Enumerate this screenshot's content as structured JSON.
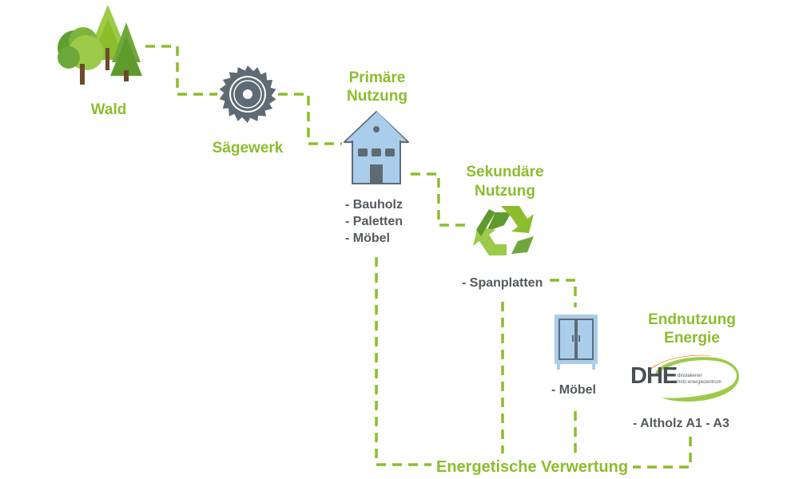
{
  "stages": {
    "wald": "Wald",
    "saegewerk": "Sägewerk",
    "primaer_line1": "Primäre",
    "primaer_line2": "Nutzung",
    "sekundaer_line1": "Sekundäre",
    "sekundaer_line2": "Nutzung",
    "endnutzung_line1": "Endnutzung",
    "endnutzung_line2": "Energie"
  },
  "primaer_items": [
    "- Bauholz",
    "- Paletten",
    "- Möbel"
  ],
  "sekundaer_items": [
    "- Spanplatten"
  ],
  "moebel_item": "- Möbel",
  "endnutzung_items": [
    "- Altholz A1 - A3"
  ],
  "bottom_label": "Energetische Verwertung",
  "logo": {
    "abbr": "DHE",
    "line1": "dinslakener",
    "line2": "holz-energiezentrum"
  },
  "colors": {
    "accent_green": "#8cbd2d",
    "text_gray": "#555a5f",
    "house_blue": "#a9cdea",
    "dark_gray": "#5f6b74"
  },
  "icons": [
    "forest-icon",
    "saw-blade-icon",
    "house-icon",
    "recycle-icon",
    "cabinet-icon",
    "dhe-logo"
  ]
}
